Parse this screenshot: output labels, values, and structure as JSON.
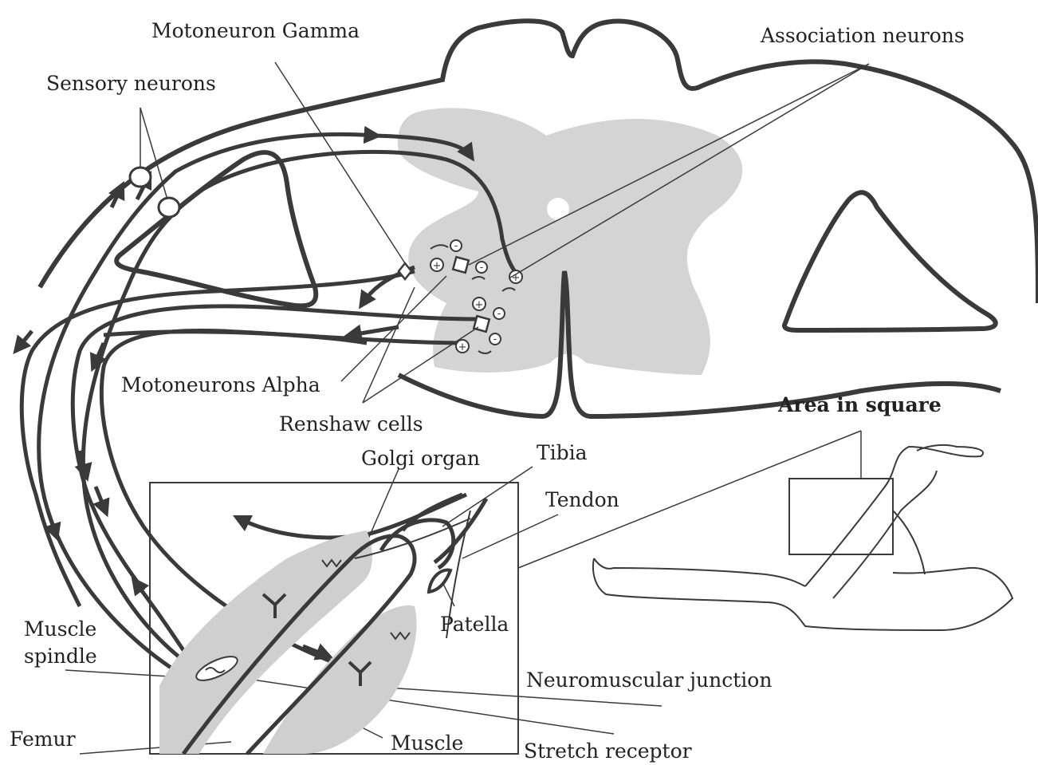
{
  "labels": {
    "motoneuron_gamma": "Motoneuron Gamma",
    "association_neurons": "Association neurons",
    "sensory_neurons": "Sensory neurons",
    "motoneurons_alpha": "Motoneurons Alpha",
    "renshaw_cells": "Renshaw cells",
    "area_in_square": "Area in square",
    "golgi_organ": "Golgi organ",
    "tibia": "Tibia",
    "tendon": "Tendon",
    "muscle_spindle": "Muscle spindle",
    "patella": "Patella",
    "neuromuscular_junction": "Neuromuscular junction",
    "femur": "Femur",
    "muscle": "Muscle",
    "stretch_receptor": "Stretch receptor"
  },
  "synapse_signs": {
    "excitatory": "+",
    "inhibitory": "-"
  },
  "colors": {
    "outline": "#3a3a3a",
    "grey_matter": "#d4d4d4",
    "muscle_fill": "#cfcfcf",
    "text": "#222222"
  }
}
